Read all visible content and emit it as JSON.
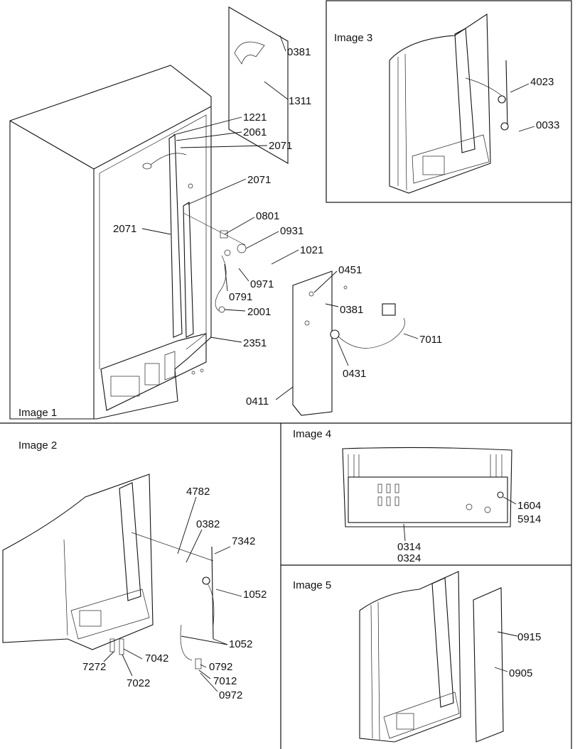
{
  "panels": {
    "image1": {
      "title": "Image 1"
    },
    "image2": {
      "title": "Image 2"
    },
    "image3": {
      "title": "Image 3"
    },
    "image4": {
      "title": "Image 4"
    },
    "image5": {
      "title": "Image 5"
    }
  },
  "callouts": {
    "image1": [
      "0381",
      "1311",
      "1221",
      "2061",
      "2071",
      "2071",
      "2071",
      "0801",
      "0931",
      "1021",
      "0971",
      "0791",
      "2001",
      "2351",
      "0451",
      "0381",
      "7011",
      "0431",
      "0411"
    ],
    "image2": [
      "4782",
      "0382",
      "7342",
      "1052",
      "1052",
      "7272",
      "7042",
      "0792",
      "7012",
      "7022",
      "0972"
    ],
    "image3": [
      "4023",
      "0033"
    ],
    "image4": [
      "1604",
      "5914",
      "0314",
      "0324"
    ],
    "image5": [
      "0915",
      "0905"
    ]
  }
}
